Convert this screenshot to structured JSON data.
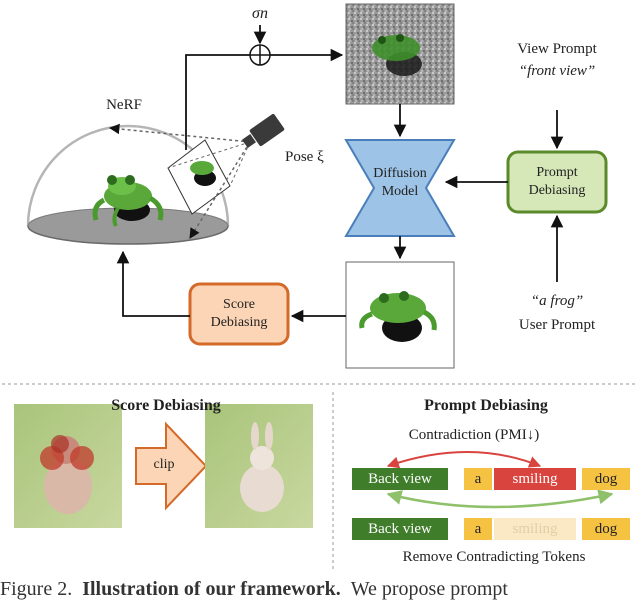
{
  "top": {
    "sigma_n": "σn",
    "nerf": "NeRF",
    "pose": "Pose ξ",
    "diffusion_line1": "Diffusion",
    "diffusion_line2": "Model",
    "view_prompt_label": "View Prompt",
    "view_prompt_value": "“front view”",
    "prompt_debiasing_line1": "Prompt",
    "prompt_debiasing_line2": "Debiasing",
    "score_debiasing_line1": "Score",
    "score_debiasing_line2": "Debiasing",
    "user_prompt_value": "“a frog”",
    "user_prompt_label": "User Prompt"
  },
  "bottom_left": {
    "title": "Score Debiasing",
    "clip_label": "clip"
  },
  "bottom_right": {
    "title": "Prompt Debiasing",
    "contradiction": "Contradiction (PMI↓)",
    "row1": [
      "Back view",
      "a",
      "smiling",
      "dog"
    ],
    "row2": [
      "Back view",
      "a",
      "smiling",
      "dog"
    ],
    "remove_label": "Remove Contradicting Tokens"
  },
  "caption": {
    "prefix": "Figure 2.",
    "bold": "Illustration of our framework.",
    "rest": "We propose prompt"
  },
  "colors": {
    "green_border": "#5a8a2a",
    "green_fill": "#d6e8b8",
    "orange_border": "#d46a2a",
    "orange_fill": "#fbd5b5",
    "blue_fill": "#9dc3e6",
    "blue_border": "#4a7ebb",
    "token_green": "#3f7d2a",
    "token_yellow": "#f5c242",
    "token_red": "#d9443f",
    "token_faded": "#fbe8c4"
  }
}
